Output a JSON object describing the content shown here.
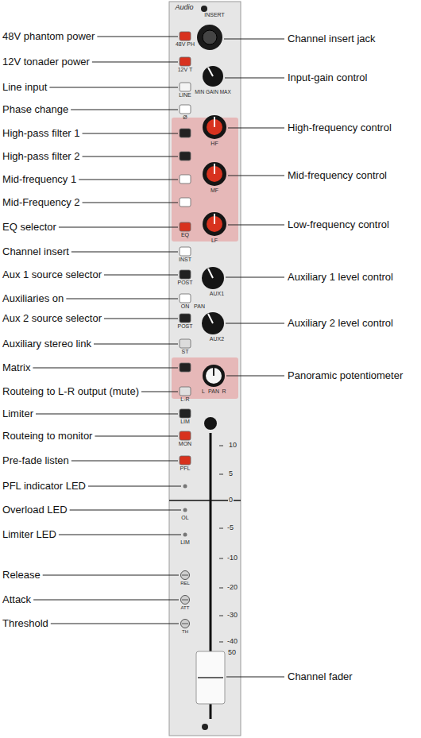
{
  "diagram": {
    "labels": [
      "48V phantom power",
      "12V tonader power",
      "Line input",
      "Phase change",
      "High-pass filter 1",
      "High-pass filter 2",
      "Mid-frequency 1",
      "Mid-Frequency 2",
      "EQ selector",
      "Channel insert",
      "Aux 1 source selector",
      "Auxiliaries on",
      "Aux 2 source selector",
      "Auxiliary stereo link",
      "Matrix",
      "Routeing to L-R output (mute)",
      "Limiter",
      "Routeing to monitor",
      "Pre-fade listen",
      "PFL indicator LED",
      "Overload LED",
      "Limiter LED",
      "Release",
      "Attack",
      "Threshold",
      "Channel insert jack",
      "Input-gain control",
      "High-frequency control",
      "Mid-frequency control",
      "Low-frequency control",
      "Auxiliary 1 level control",
      "Auxiliary 2 level control",
      "Panoramic potentiometer",
      "Channel fader",
      "Audio",
      "INSERT",
      "48V PH",
      "12V T",
      "LINE",
      "Ø",
      "MIN GAIN MAX",
      "HF",
      "MF",
      "LF",
      "EQ",
      "INST",
      "POST",
      "ON",
      "PAN",
      "AUX1",
      "POST",
      "AUX2",
      "ST",
      "L-R",
      "L",
      "PAN",
      "R",
      "LIM",
      "MON",
      "PFL",
      "OL",
      "LIM",
      "REL",
      "ATT",
      "TH",
      "10",
      "5",
      "0",
      "-5",
      "-10",
      "-20",
      "-30",
      "-40",
      "50"
    ]
  }
}
